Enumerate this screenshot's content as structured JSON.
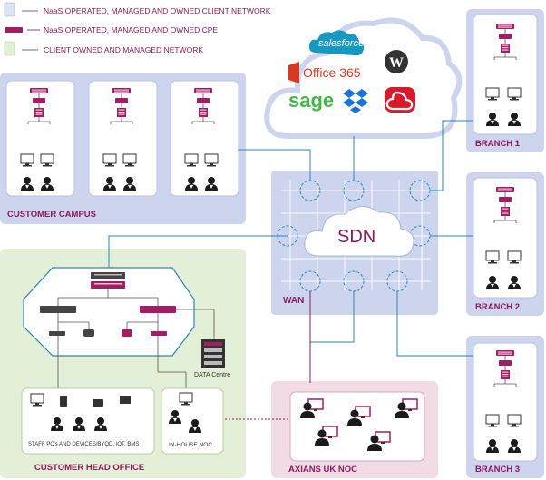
{
  "legend": {
    "items": [
      {
        "label": "NaaS OPERATED, MANAGED AND OWNED CLIENT NETWORK"
      },
      {
        "label": "NaaS OPERATED, MANAGED  AND OWNED CPE"
      },
      {
        "label": "CLIENT OWNED AND MANAGED NETWORK"
      }
    ]
  },
  "cloud": {
    "apps": {
      "salesforce": "salesforce",
      "office": "Office 365",
      "sage": "sage"
    }
  },
  "sdn": {
    "label": "SDN"
  },
  "wan": {
    "label": "WAN"
  },
  "sites": {
    "customer_campus": "CUSTOMER CAMPUS",
    "branch1": "BRANCH 1",
    "branch2": "BRANCH 2",
    "branch3": "BRANCH 3",
    "head_office": "CUSTOMER HEAD OFFICE",
    "noc": "AXIANS UK NOC",
    "data_centre": "DATA Centre",
    "staff_devices": "STAFF PC's AND DEVICES/BYOD, IOT, BMS",
    "inhouse_noc": "IN-HOUSE NOC"
  },
  "colors": {
    "accent": "#8b1a5b",
    "blue_zone": "#cdd5ee",
    "green_zone": "#e3efd6",
    "pink_zone": "#f1dbe5",
    "line": "#2a86b8"
  }
}
